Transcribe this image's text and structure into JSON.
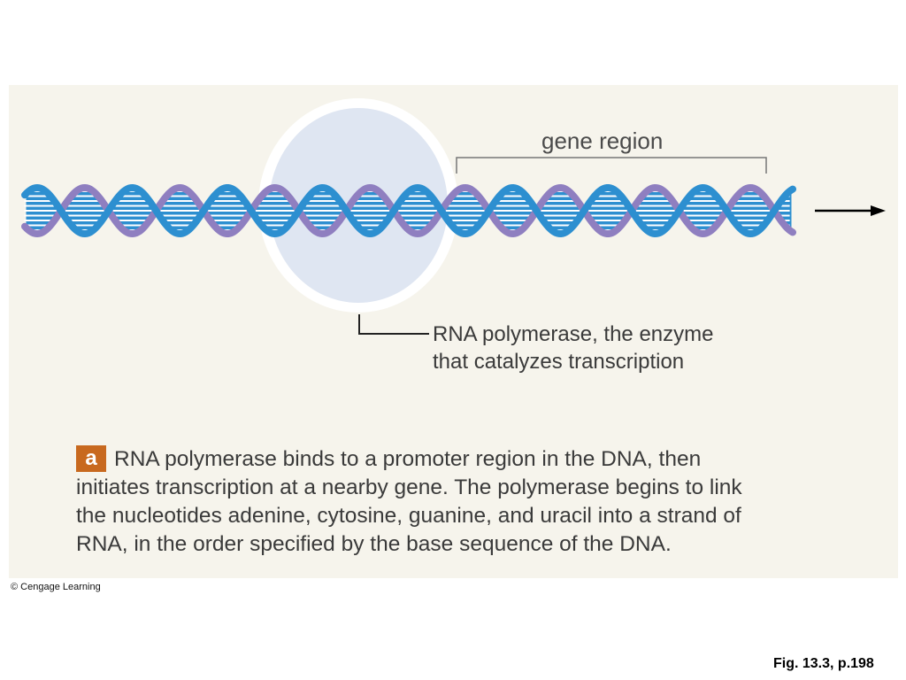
{
  "labels": {
    "gene_region": "gene region",
    "polymerase_line1": "RNA polymerase, the enzyme",
    "polymerase_line2": "that catalyzes transcription"
  },
  "caption": {
    "badge": "a",
    "lines": [
      "RNA polymerase binds to a promoter region in the DNA, then",
      "initiates transcription at a nearby gene. The polymerase begins to link",
      "the nucleotides adenine, cytosine, guanine, and uracil into a strand of",
      "RNA, in the order specified by the base sequence of the DNA."
    ]
  },
  "copyright": "© Cengage Learning",
  "figure_reference": "Fig. 13.3, p.198",
  "colors": {
    "panel_background": "#f6f4ec",
    "strand_blue": "#2d8fd0",
    "strand_purple": "#8f7fc0",
    "base_pair_white": "#ffffff",
    "polymerase_fill": "#dfe6f2",
    "polymerase_halo": "#ffffff",
    "badge": "#c8691f",
    "bracket_line": "#777777",
    "arrow": "#000000"
  },
  "icons": {
    "direction_arrow": "right-arrow-icon"
  }
}
